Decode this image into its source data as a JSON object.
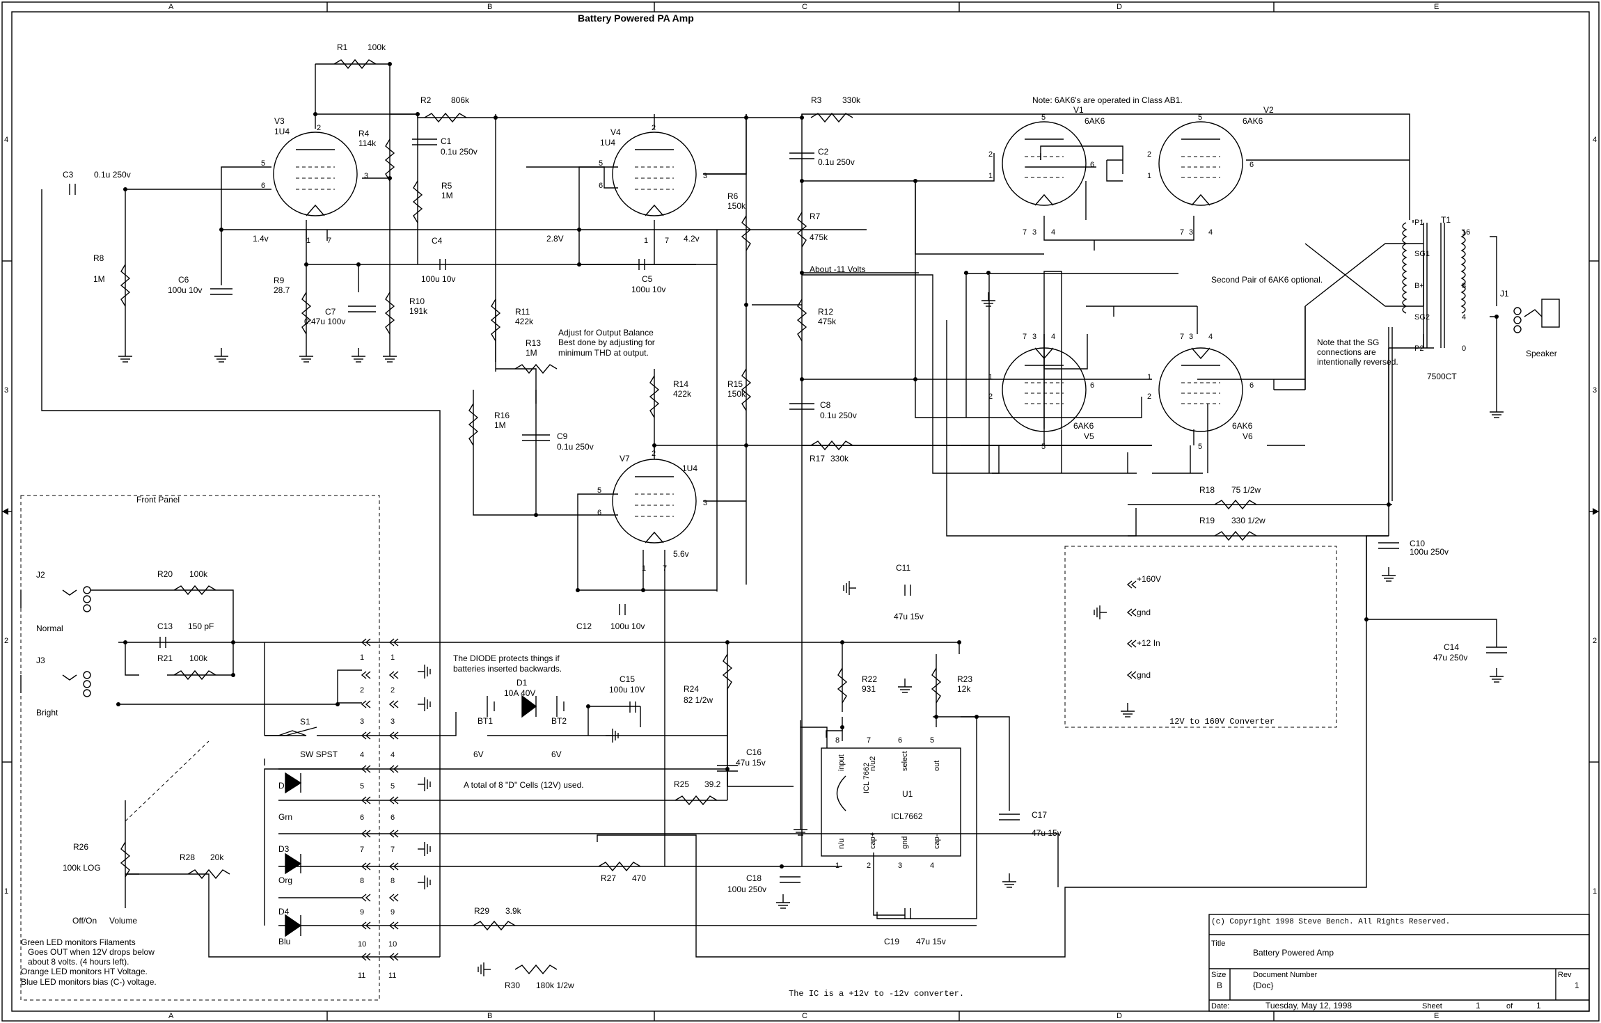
{
  "title": "Battery Powered PA Amp",
  "border": {
    "columns": [
      "A",
      "B",
      "C",
      "D",
      "E"
    ],
    "rows": [
      "4",
      "3",
      "2",
      "1"
    ]
  },
  "tubes": {
    "v3": {
      "ref": "V3",
      "type": "1U4"
    },
    "v4": {
      "ref": "V4",
      "type": "1U4"
    },
    "v7": {
      "ref": "V7",
      "type": "1U4"
    },
    "v1": {
      "ref": "V1",
      "type": "6AK6"
    },
    "v2": {
      "ref": "V2",
      "type": "6AK6"
    },
    "v5": {
      "ref": "V5",
      "type": "6AK6"
    },
    "v6": {
      "ref": "V6",
      "type": "6AK6"
    }
  },
  "pins": {
    "p1": "1",
    "p2": "2",
    "p3": "3",
    "p4": "4",
    "p5": "5",
    "p6": "6",
    "p7": "7"
  },
  "parts": {
    "r1": {
      "ref": "R1",
      "val": "100k"
    },
    "r2": {
      "ref": "R2",
      "val": "806k"
    },
    "r3": {
      "ref": "R3",
      "val": "330k"
    },
    "r4": {
      "ref": "R4",
      "val": "114k"
    },
    "r5": {
      "ref": "R5",
      "val": "1M"
    },
    "r6": {
      "ref": "R6",
      "val": "150k"
    },
    "r7": {
      "ref": "R7",
      "val": "475k"
    },
    "r8": {
      "ref": "R8",
      "val": "1M"
    },
    "r9": {
      "ref": "R9",
      "val": "28.7"
    },
    "r10": {
      "ref": "R10",
      "val": "191k"
    },
    "r11": {
      "ref": "R11",
      "val": "422k"
    },
    "r12": {
      "ref": "R12",
      "val": "475k"
    },
    "r13": {
      "ref": "R13",
      "val": "1M"
    },
    "r14": {
      "ref": "R14",
      "val": "422k"
    },
    "r15": {
      "ref": "R15",
      "val": "150k"
    },
    "r16": {
      "ref": "R16",
      "val": "1M"
    },
    "r17": {
      "ref": "R17",
      "val": "330k"
    },
    "r18": {
      "ref": "R18",
      "val": "75  1/2w"
    },
    "r19": {
      "ref": "R19",
      "val": "330  1/2w"
    },
    "r20": {
      "ref": "R20",
      "val": "100k"
    },
    "r21": {
      "ref": "R21",
      "val": "100k"
    },
    "r22": {
      "ref": "R22",
      "val": "931"
    },
    "r23": {
      "ref": "R23",
      "val": "12k"
    },
    "r24": {
      "ref": "R24",
      "val": "82 1/2w"
    },
    "r25": {
      "ref": "R25",
      "val": "39.2"
    },
    "r26": {
      "ref": "R26",
      "val": "100k LOG"
    },
    "r27": {
      "ref": "R27",
      "val": "470"
    },
    "r28": {
      "ref": "R28",
      "val": "20k"
    },
    "r29": {
      "ref": "R29",
      "val": "3.9k"
    },
    "r30": {
      "ref": "R30",
      "val": "180k  1/2w"
    },
    "c1": {
      "ref": "C1",
      "val": "0.1u 250v"
    },
    "c2": {
      "ref": "C2",
      "val": "0.1u 250v"
    },
    "c3": {
      "ref": "C3",
      "val": "0.1u 250v"
    },
    "c4": {
      "ref": "C4",
      "val": "100u 10v"
    },
    "c5": {
      "ref": "C5",
      "val": "100u 10v"
    },
    "c6": {
      "ref": "C6",
      "val": "100u 10v"
    },
    "c7": {
      "ref": "C7",
      "val": "0.47u 100v"
    },
    "c8": {
      "ref": "C8",
      "val": "0.1u 250v"
    },
    "c9": {
      "ref": "C9",
      "val": "0.1u 250v"
    },
    "c10": {
      "ref": "C10",
      "val": "100u 250v"
    },
    "c11": {
      "ref": "C11",
      "val": "47u 15v"
    },
    "c12": {
      "ref": "C12",
      "val": "100u 10v"
    },
    "c13": {
      "ref": "C13",
      "val": "150 pF"
    },
    "c14": {
      "ref": "C14",
      "val": "47u 250v"
    },
    "c15": {
      "ref": "C15",
      "val": "100u 10V"
    },
    "c16": {
      "ref": "C16",
      "val": "47u 15v"
    },
    "c17": {
      "ref": "C17",
      "val": "47u 15v"
    },
    "c18": {
      "ref": "C18",
      "val": "100u 250v"
    },
    "c19": {
      "ref": "C19",
      "val": "47u 15v"
    },
    "d1": {
      "ref": "D1",
      "val": "10A 40V"
    },
    "d2": {
      "ref": "D2",
      "val": "Grn"
    },
    "d3": {
      "ref": "D3",
      "val": "Org"
    },
    "d4": {
      "ref": "D4",
      "val": "Blu"
    },
    "bt1": {
      "ref": "BT1",
      "val": "6V"
    },
    "bt2": {
      "ref": "BT2",
      "val": "6V"
    },
    "s1": {
      "ref": "S1",
      "val": "SW SPST"
    },
    "j1": {
      "ref": "J1",
      "val": "Speaker"
    },
    "j2": {
      "ref": "J2",
      "val": "Normal"
    },
    "j3": {
      "ref": "J3",
      "val": "Bright"
    },
    "t1": {
      "ref": "T1",
      "val": "7500CT"
    },
    "u1": {
      "ref": "U1",
      "val": "ICL7662",
      "body": "ICL\n7662"
    }
  },
  "t1_pins": {
    "p1": "P1",
    "sg1": "SG1",
    "bplus": "B+",
    "sg2": "SG2",
    "p2": "P2",
    "s16": "16",
    "s8": "8",
    "s4": "4",
    "s0": "0"
  },
  "u1_pins": {
    "input": "input",
    "n_u2": "n/u2",
    "select": "select",
    "out": "out",
    "n_u": "n/u",
    "cap_plus": "cap+",
    "gnd": "gnd",
    "cap_minus": "cap-",
    "p8": "8",
    "p7": "7",
    "p6": "6",
    "p5": "5",
    "p1": "1",
    "p2": "2",
    "p3": "3",
    "p4": "4"
  },
  "voltages": {
    "v3_cathode": "1.4v",
    "v4_cathode": "2.8V",
    "v4_screen": "4.2v",
    "v7_screen": "5.6v",
    "bias": "About -11 Volts"
  },
  "notes": {
    "class_ab1": "Note: 6AK6's are operated in Class AB1.",
    "balance": [
      "Adjust for Output Balance",
      "Best done by adjusting for",
      "minimum THD at output."
    ],
    "second_pair": "Second Pair of 6AK6 optional.",
    "sg_reversed": [
      "Note that the SG",
      "connections are",
      "intentionally reversed."
    ],
    "diode": [
      "The DIODE protects things if",
      "batteries inserted backwards."
    ],
    "cells": "A total of 8 \"D\" Cells (12V) used.",
    "ic": "The IC is a +12v to -12v converter.",
    "leds": [
      "Green LED monitors Filaments",
      "   Goes OUT when 12V drops below",
      "   about 8 volts. (4 hours left).",
      "Orange LED monitors HT Voltage.",
      "Blue LED monitors bias (C-) voltage."
    ],
    "off_on": "Off/On",
    "volume": "Volume"
  },
  "front_panel": {
    "label": "Front Panel",
    "pins": [
      "1",
      "2",
      "3",
      "4",
      "5",
      "6",
      "7",
      "8",
      "9",
      "10",
      "11"
    ]
  },
  "converter": {
    "label": "12V to 160V Converter",
    "pins": [
      "+160V",
      "gnd",
      "+12 In",
      "gnd"
    ]
  },
  "title_block": {
    "copyright": "(c) Copyright 1998 Steve Bench. All Rights Reserved.",
    "title_label": "Title",
    "title": "Battery Powered Amp",
    "size_label": "Size",
    "size": "B",
    "docnum_label": "Document Number",
    "docnum": "{Doc}",
    "rev_label": "Rev",
    "rev": "1",
    "date_label": "Date:",
    "date": "Tuesday, May 12, 1998",
    "sheet_label": "Sheet",
    "sheet": "1",
    "of_label": "of",
    "of": "1"
  }
}
